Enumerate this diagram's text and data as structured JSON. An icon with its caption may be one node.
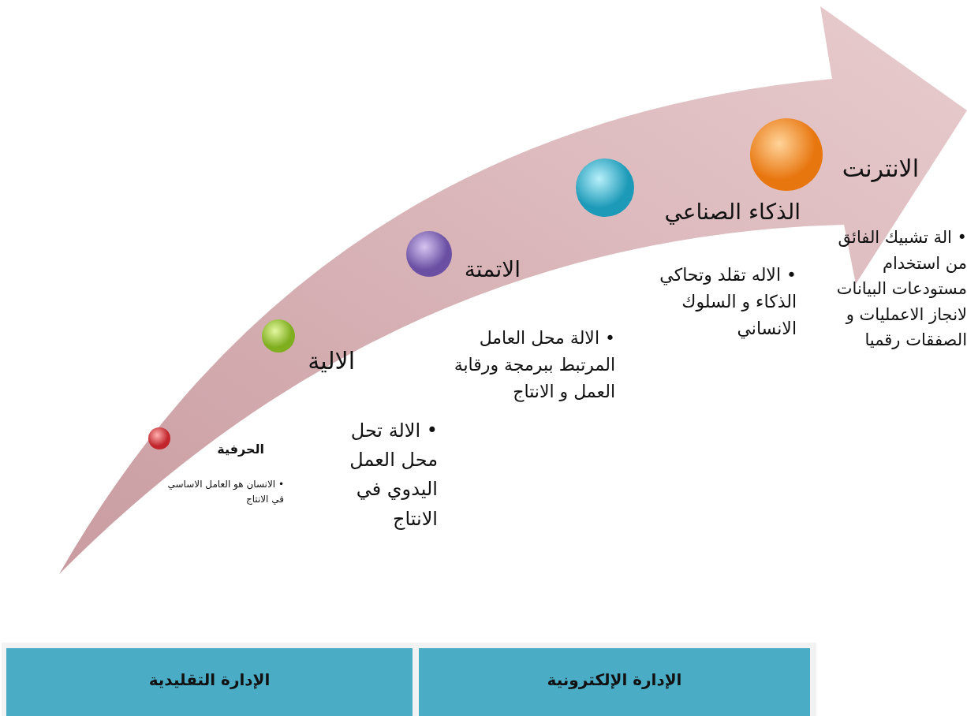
{
  "diagram": {
    "nodes": [
      {
        "text": [
          "الإدارة التقليدية"
        ]
      },
      {
        "text": [
          "الإدارة الإلكترونية"
        ]
      }
    ],
    "labels": [
      "الحرفية",
      "• الانسان هو العامل الاساسي في الانتاج",
      "الالية",
      "• الالة تحل محل العمل اليدوي في الانتاج",
      "الاتمتة",
      "• الالة محل العامل المرتبط ببرمجة ورقابة العمل و الانتاج",
      "الذكاء الصناعي",
      "• الاله تقلد وتحاكي الذكاء و السلوك الانساني",
      "الانترنت",
      "• الة تشبيك الفائق من استخدام مستودعات البيانات لانجاز الاعمليات و الصفقات رقميا"
    ]
  }
}
